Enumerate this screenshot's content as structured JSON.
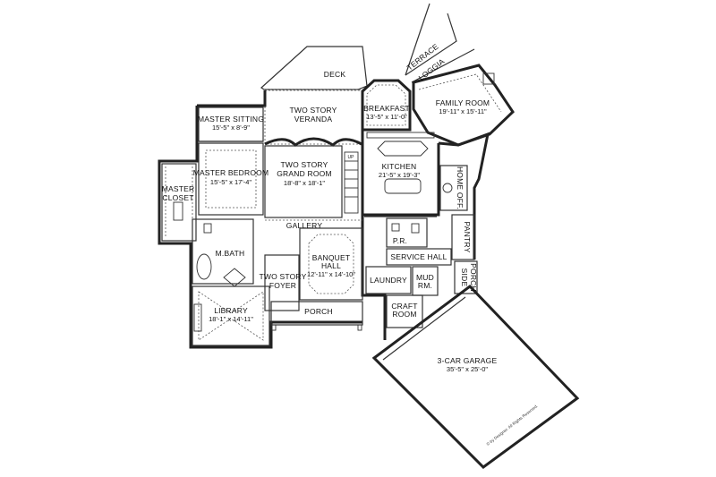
{
  "rooms": {
    "deck": "DECK",
    "terrace": "TERRACE",
    "loggia": "LOGGIA",
    "veranda_1": "TWO STORY",
    "veranda_2": "VERANDA",
    "breakfast": "BREAKFAST",
    "breakfast_dim": "13'-5\" x 11'-0\"",
    "family": "FAMILY ROOM",
    "family_dim": "19'-11\" x 15'-11\"",
    "master_sitting": "MASTER SITTING",
    "master_sitting_dim": "15'-5\" x 8'-9\"",
    "master_bedroom": "MASTER BEDROOM",
    "master_bedroom_dim": "15'-5\" x 17'-4\"",
    "master_closet_1": "MASTER",
    "master_closet_2": "CLOSET",
    "grand_1": "TWO STORY",
    "grand_2": "GRAND ROOM",
    "grand_dim": "18'-8\" x 18'-1\"",
    "kitchen": "KITCHEN",
    "kitchen_dim": "21'-5\" x 19'-3\"",
    "home_office": "HOME OFF.",
    "gallery": "GALLERY",
    "pantry": "PANTRY",
    "pr": "P.R.",
    "service_hall": "SERVICE HALL",
    "mbath": "M.BATH",
    "banquet_1": "BANQUET",
    "banquet_2": "HALL",
    "banquet_dim": "12'-11\" x 14'-10\"",
    "foyer_1": "TWO STORY",
    "foyer_2": "FOYER",
    "laundry": "LAUNDRY",
    "mud_1": "MUD",
    "mud_2": "RM.",
    "side_porch_1": "SIDE",
    "side_porch_2": "PORCH",
    "library": "LIBRARY",
    "library_dim": "18'-1\" x 14'-11\"",
    "porch": "PORCH",
    "craft_1": "CRAFT",
    "craft_2": "ROOM",
    "garage": "3-CAR GARAGE",
    "garage_dim": "35'-5\" x 25'-0\"",
    "stair": "UP"
  },
  "copyright": "© by Designer. All Rights Reserved."
}
